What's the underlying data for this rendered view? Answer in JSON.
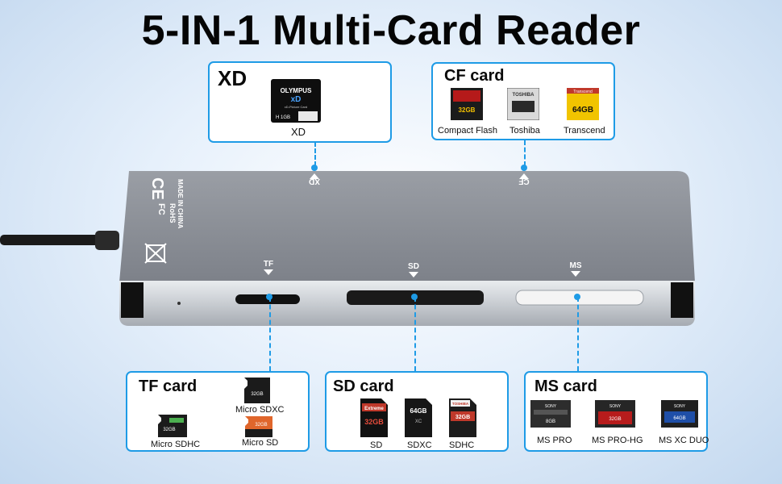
{
  "title": "5-IN-1 Multi-Card Reader",
  "accent_color": "#1e9be6",
  "xd": {
    "title": "XD",
    "card_brand": "OLYMPUS",
    "card_text": "xD-Picture Card",
    "card_cap": "H 1GB",
    "label": "XD"
  },
  "cf": {
    "title": "CF card",
    "cards": [
      {
        "label": "Compact Flash",
        "text": "32GB"
      },
      {
        "label": "Toshiba",
        "text": "TOSHIBA"
      },
      {
        "label": "Transcend",
        "text": "64GB",
        "brand": "Transcend"
      }
    ]
  },
  "tf": {
    "title": "TF card",
    "cards": [
      {
        "label": "Micro SDXC",
        "text": "32GB"
      },
      {
        "label": "Micro SDHC",
        "text": "32GB"
      },
      {
        "label": "Micro SD",
        "text": "32GB"
      }
    ]
  },
  "sd": {
    "title": "SD card",
    "cards": [
      {
        "label": "SD",
        "text": "32GB",
        "brand": "Extreme"
      },
      {
        "label": "SDXC",
        "text": "64GB"
      },
      {
        "label": "SDHC",
        "text": "32GB",
        "brand": "TOSHIBA"
      }
    ]
  },
  "ms": {
    "title": "MS card",
    "cards": [
      {
        "label": "MS PRO",
        "brand": "SONY",
        "text": "8GB"
      },
      {
        "label": "MS PRO-HG",
        "brand": "SONY",
        "text": "32GB"
      },
      {
        "label": "MS XC DUO",
        "brand": "SONY",
        "text": "64GB"
      }
    ]
  },
  "device": {
    "slot_tf": "TF",
    "slot_sd": "SD",
    "slot_ms": "MS",
    "slot_xd": "XD",
    "slot_cf": "CF",
    "marking_ce": "CE",
    "marking_fc": "FC",
    "marking_rohs": "RoHS",
    "marking_origin": "MADE IN CHINA"
  }
}
